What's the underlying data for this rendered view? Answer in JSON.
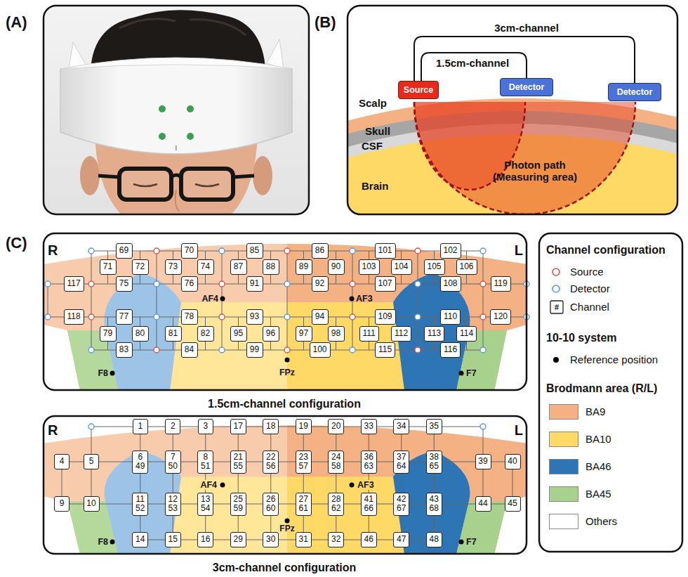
{
  "diagram": {
    "nodes": [
      {
        "text": [
          "Source"
        ]
      },
      {
        "text": [
          "Detector"
        ]
      },
      {
        "text": [
          "Detector"
        ]
      },
      {
        "text": [
          "69"
        ]
      },
      {
        "text": [
          "70"
        ]
      },
      {
        "text": [
          "85"
        ]
      },
      {
        "text": [
          "86"
        ]
      },
      {
        "text": [
          "101"
        ]
      },
      {
        "text": [
          "102"
        ]
      },
      {
        "text": [
          "71"
        ]
      },
      {
        "text": [
          "72"
        ]
      },
      {
        "text": [
          "73"
        ]
      },
      {
        "text": [
          "74"
        ]
      },
      {
        "text": [
          "87"
        ]
      },
      {
        "text": [
          "88"
        ]
      },
      {
        "text": [
          "89"
        ]
      },
      {
        "text": [
          "90"
        ]
      },
      {
        "text": [
          "103"
        ]
      },
      {
        "text": [
          "104"
        ]
      },
      {
        "text": [
          "105"
        ]
      },
      {
        "text": [
          "106"
        ]
      },
      {
        "text": [
          "117"
        ]
      },
      {
        "text": [
          "75"
        ]
      },
      {
        "text": [
          "76"
        ]
      },
      {
        "text": [
          "91"
        ]
      },
      {
        "text": [
          "92"
        ]
      },
      {
        "text": [
          "107"
        ]
      },
      {
        "text": [
          "108"
        ]
      },
      {
        "text": [
          "119"
        ]
      },
      {
        "text": [
          "118"
        ]
      },
      {
        "text": [
          "77"
        ]
      },
      {
        "text": [
          "78"
        ]
      },
      {
        "text": [
          "93"
        ]
      },
      {
        "text": [
          "94"
        ]
      },
      {
        "text": [
          "109"
        ]
      },
      {
        "text": [
          "110"
        ]
      },
      {
        "text": [
          "120"
        ]
      },
      {
        "text": [
          "79"
        ]
      },
      {
        "text": [
          "80"
        ]
      },
      {
        "text": [
          "81"
        ]
      },
      {
        "text": [
          "82"
        ]
      },
      {
        "text": [
          "95"
        ]
      },
      {
        "text": [
          "96"
        ]
      },
      {
        "text": [
          "97"
        ]
      },
      {
        "text": [
          "98"
        ]
      },
      {
        "text": [
          "111"
        ]
      },
      {
        "text": [
          "112"
        ]
      },
      {
        "text": [
          "113"
        ]
      },
      {
        "text": [
          "114"
        ]
      },
      {
        "text": [
          "83"
        ]
      },
      {
        "text": [
          "84"
        ]
      },
      {
        "text": [
          "99"
        ]
      },
      {
        "text": [
          "100"
        ]
      },
      {
        "text": [
          "115"
        ]
      },
      {
        "text": [
          "116"
        ]
      },
      {
        "text": [
          "1"
        ]
      },
      {
        "text": [
          "2"
        ]
      },
      {
        "text": [
          "3"
        ]
      },
      {
        "text": [
          "17"
        ]
      },
      {
        "text": [
          "18"
        ]
      },
      {
        "text": [
          "19"
        ]
      },
      {
        "text": [
          "20"
        ]
      },
      {
        "text": [
          "33"
        ]
      },
      {
        "text": [
          "34"
        ]
      },
      {
        "text": [
          "35"
        ]
      },
      {
        "text": [
          "4"
        ]
      },
      {
        "text": [
          "5"
        ]
      },
      {
        "text": [
          "6",
          "49"
        ]
      },
      {
        "text": [
          "7",
          "50"
        ]
      },
      {
        "text": [
          "8",
          "51"
        ]
      },
      {
        "text": [
          "21",
          "55"
        ]
      },
      {
        "text": [
          "22",
          "56"
        ]
      },
      {
        "text": [
          "23",
          "57"
        ]
      },
      {
        "text": [
          "24",
          "58"
        ]
      },
      {
        "text": [
          "36",
          "63"
        ]
      },
      {
        "text": [
          "37",
          "64"
        ]
      },
      {
        "text": [
          "38",
          "65"
        ]
      },
      {
        "text": [
          "39"
        ]
      },
      {
        "text": [
          "40"
        ]
      },
      {
        "text": [
          "9"
        ]
      },
      {
        "text": [
          "10"
        ]
      },
      {
        "text": [
          "11",
          "52"
        ]
      },
      {
        "text": [
          "12",
          "53"
        ]
      },
      {
        "text": [
          "13",
          "54"
        ]
      },
      {
        "text": [
          "25",
          "59"
        ]
      },
      {
        "text": [
          "26",
          "60"
        ]
      },
      {
        "text": [
          "27",
          "61"
        ]
      },
      {
        "text": [
          "28",
          "62"
        ]
      },
      {
        "text": [
          "41",
          "66"
        ]
      },
      {
        "text": [
          "42",
          "67"
        ]
      },
      {
        "text": [
          "43",
          "68"
        ]
      },
      {
        "text": [
          "44"
        ]
      },
      {
        "text": [
          "45"
        ]
      },
      {
        "text": [
          "14"
        ]
      },
      {
        "text": [
          "15"
        ]
      },
      {
        "text": [
          "16"
        ]
      },
      {
        "text": [
          "29"
        ]
      },
      {
        "text": [
          "30"
        ]
      },
      {
        "text": [
          "31"
        ]
      },
      {
        "text": [
          "32"
        ]
      },
      {
        "text": [
          "46"
        ]
      },
      {
        "text": [
          "47"
        ]
      },
      {
        "text": [
          "48"
        ]
      }
    ],
    "edges": [
      {
        "from": 0,
        "to": 1,
        "arrow": "none",
        "label": "1.5cm-channel"
      },
      {
        "from": 0,
        "to": 2,
        "arrow": "none",
        "label": "3cm-channel"
      }
    ],
    "labels": [
      "(A)",
      "(B)",
      "(C)",
      "Scalp",
      "Skull",
      "CSF",
      "Brain",
      "Photon path (Measuring area)",
      "R",
      "L",
      "AF4",
      "AF3",
      "FPz",
      "F8",
      "F7",
      "1.5cm-channel configuration",
      "R",
      "L",
      "AF4",
      "AF3",
      "FPz",
      "F8",
      "F7",
      "3cm-channel configuration",
      "Channel configuration",
      "#",
      "10-10 system",
      "Brodmann area (R/L)"
    ],
    "legend": [
      {
        "text": "Source"
      },
      {
        "text": "Detector"
      },
      {
        "text": "Channel"
      },
      {
        "text": "Reference position"
      },
      {
        "text": "BA9",
        "color": "#f4b183"
      },
      {
        "text": "BA10",
        "color": "#ffd966"
      },
      {
        "text": "BA46",
        "color": "#2e75b6"
      },
      {
        "text": "BA45",
        "color": "#a9d18e"
      },
      {
        "text": "Others",
        "color": "#ffffff"
      }
    ]
  }
}
